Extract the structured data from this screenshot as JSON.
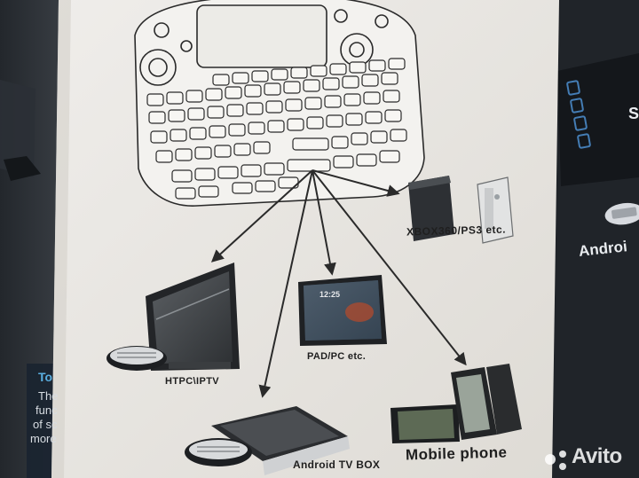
{
  "labels": {
    "xbox": "XBOX360/PS3 etc.",
    "htpc": "HTPC\\IPTV",
    "pad": "PAD/PC etc.",
    "tvbox": "Android TV BOX",
    "mobile": "Mobile phone",
    "android_right": "Androi"
  },
  "fragments": {
    "to": "To",
    "the": "The",
    "func": "func",
    "ofsc": "of sc",
    "more": "more",
    "s": "S"
  },
  "watermark": {
    "text": "Avito"
  },
  "colors": {
    "paper": "#eceae5",
    "box_dark": "#1c1f24",
    "ink": "#2a2a2a",
    "accent_blue": "#3c8fd1"
  },
  "icons": [
    "keyboard-icon",
    "monitor-icon",
    "tablet-icon",
    "console-icon",
    "tv-box-icon",
    "phone-icon",
    "avito-logo-icon"
  ]
}
